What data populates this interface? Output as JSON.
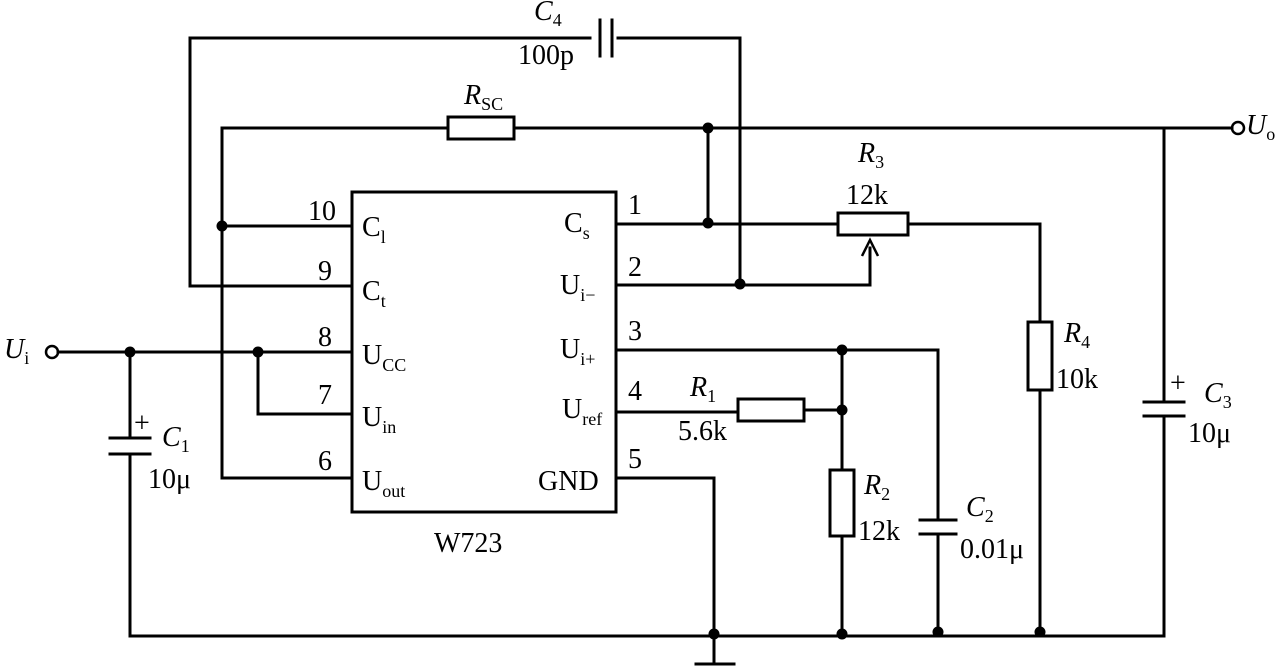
{
  "ic": {
    "name": "W723",
    "left_pins": [
      {
        "num": "10",
        "label": "C",
        "sub": "l"
      },
      {
        "num": "9",
        "label": "C",
        "sub": "t"
      },
      {
        "num": "8",
        "label": "U",
        "sub": "CC"
      },
      {
        "num": "7",
        "label": "U",
        "sub": "in"
      },
      {
        "num": "6",
        "label": "U",
        "sub": "out"
      }
    ],
    "right_pins": [
      {
        "num": "1",
        "label": "C",
        "sub": "s"
      },
      {
        "num": "2",
        "label": "U",
        "sub": "i−"
      },
      {
        "num": "3",
        "label": "U",
        "sub": "i+"
      },
      {
        "num": "4",
        "label": "U",
        "sub": "ref"
      },
      {
        "num": "5",
        "label": "GND",
        "sub": ""
      }
    ]
  },
  "terminals": {
    "input": {
      "label": "U",
      "sub": "i"
    },
    "output": {
      "label": "U",
      "sub": "o"
    }
  },
  "components": {
    "C4": {
      "name": "C",
      "sub": "4",
      "value": "100p"
    },
    "RSC": {
      "name": "R",
      "sub": "SC"
    },
    "R3": {
      "name": "R",
      "sub": "3",
      "value": "12k"
    },
    "R4": {
      "name": "R",
      "sub": "4",
      "value": "10k"
    },
    "R1": {
      "name": "R",
      "sub": "1",
      "value": "5.6k"
    },
    "R2": {
      "name": "R",
      "sub": "2",
      "value": "12k"
    },
    "C1": {
      "name": "C",
      "sub": "1",
      "value": "10μ",
      "polarity": "+"
    },
    "C2": {
      "name": "C",
      "sub": "2",
      "value": "0.01μ"
    },
    "C3": {
      "name": "C",
      "sub": "3",
      "value": "10μ",
      "polarity": "+"
    }
  }
}
